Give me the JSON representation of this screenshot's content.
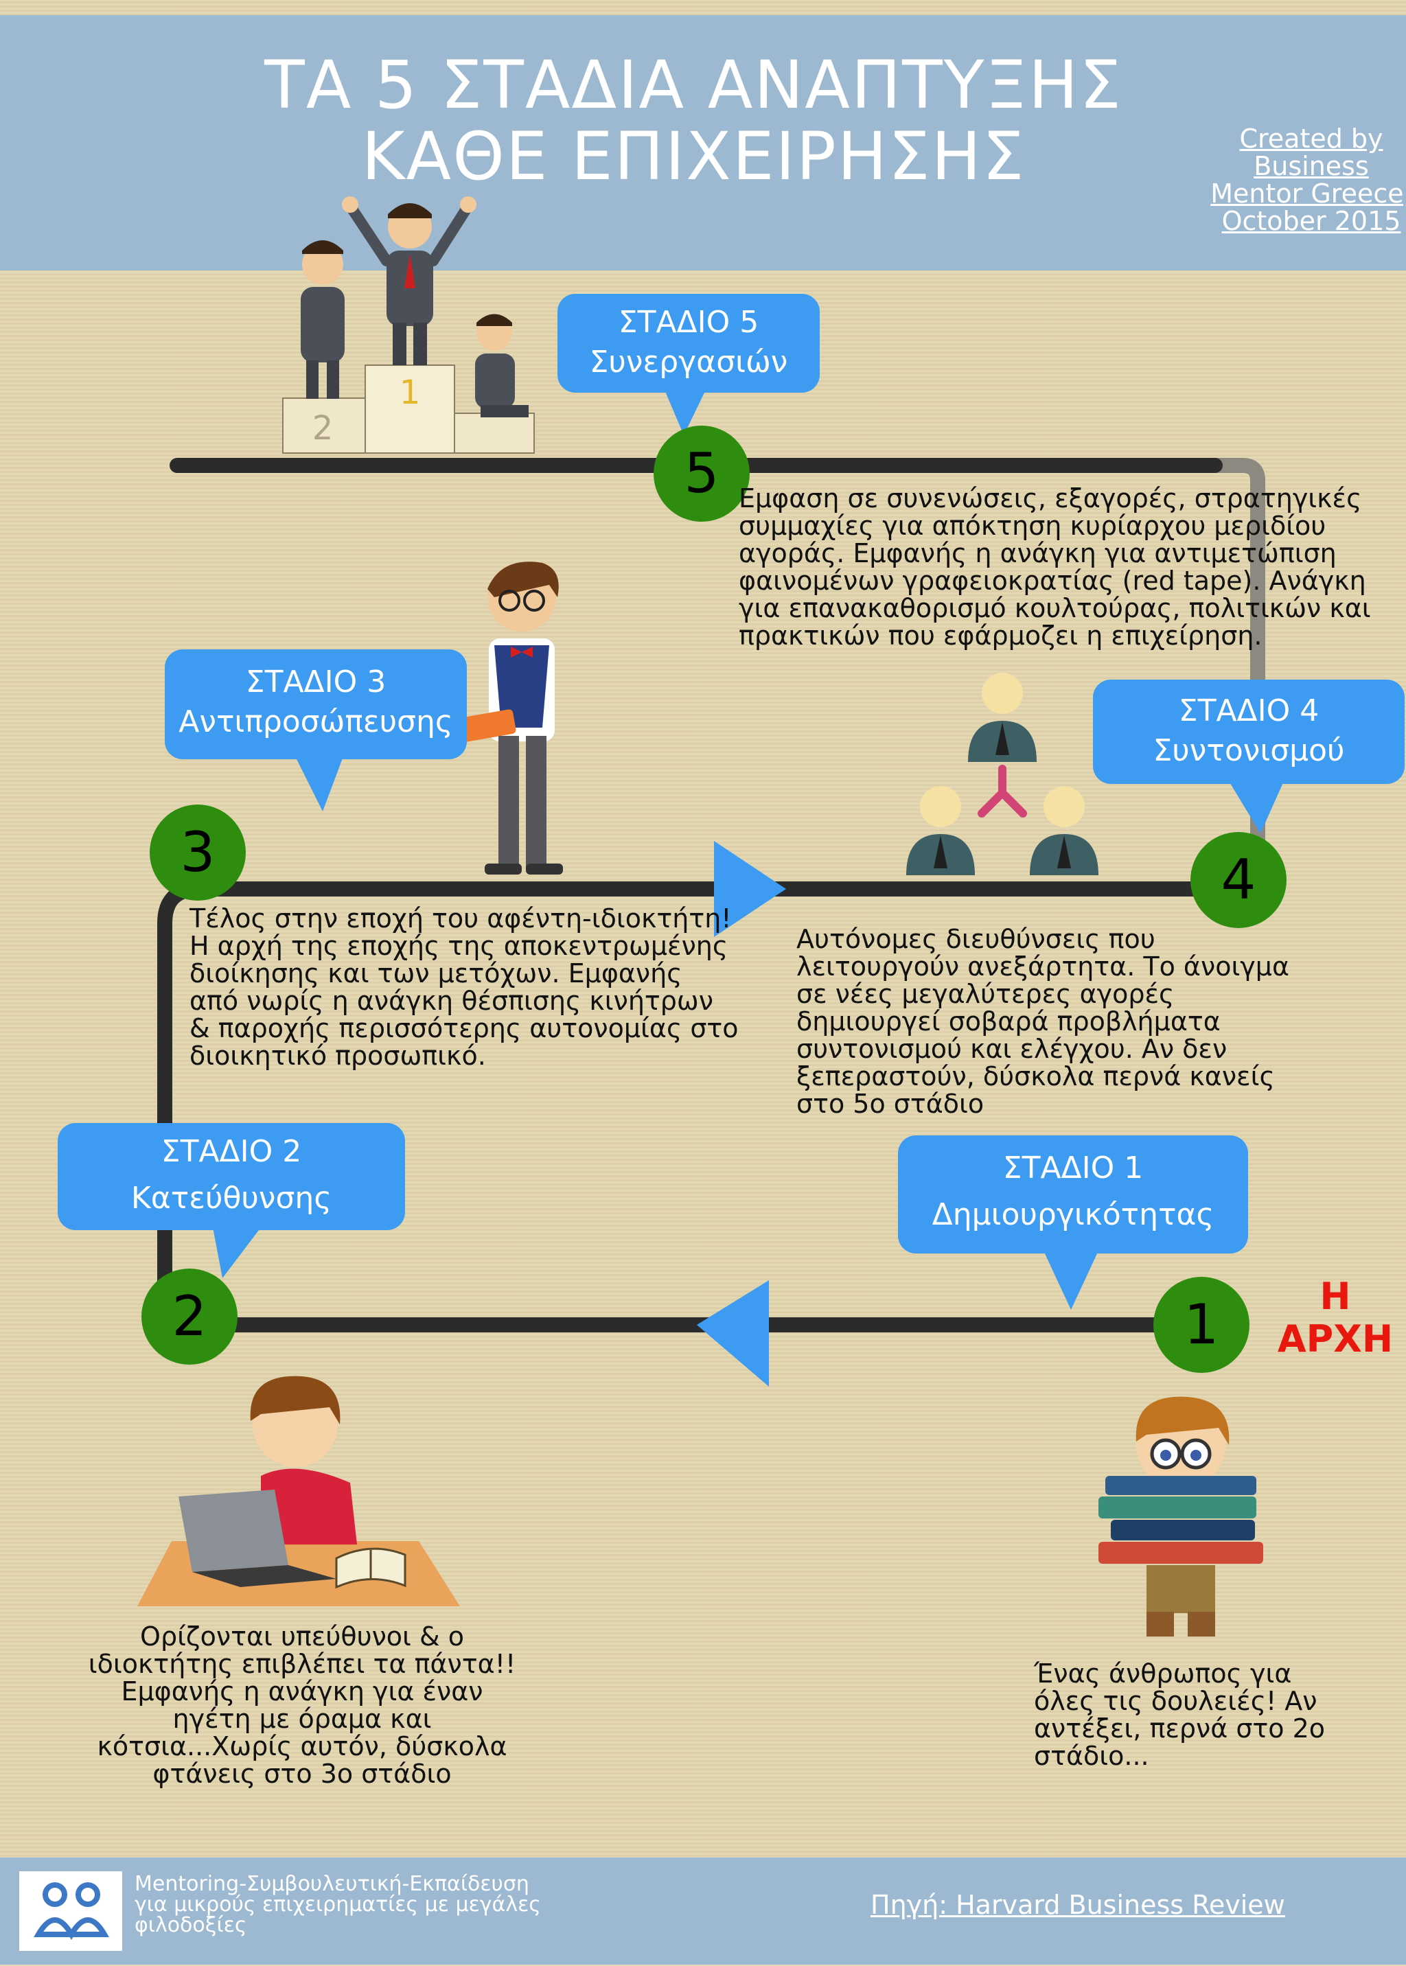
{
  "header": {
    "title_line1": "ΤΑ 5 ΣΤΑΔΙΑ ΑΝΑΠΤΥΞΗΣ",
    "title_line2": "ΚΑΘΕ ΕΠΙΧΕΙΡΗΣΗΣ",
    "credit": "Created by Business Mentor Greece, October 2015"
  },
  "start_label_line1": "Η",
  "start_label_line2": "ΑΡΧΗ",
  "stages": [
    {
      "number": "1",
      "label": "ΣΤΑΔΙΟ 1",
      "name": "Δημιουργικότητας",
      "description": "Ένας άνθρωπος για όλες τις δουλειές! Αν αντέξει, περνά στο 2ο στάδιο..."
    },
    {
      "number": "2",
      "label": "ΣΤΑΔΙΟ 2",
      "name": "Κατεύθυνσης",
      "description": "Ορίζονται υπεύθυνοι & ο ιδιοκτήτης επιβλέπει τα πάντα!! Εμφανής η ανάγκη για έναν ηγέτη με όραμα και κότσια...Χωρίς αυτόν, δύσκολα φτάνεις στο 3ο στάδιο"
    },
    {
      "number": "3",
      "label": "ΣΤΑΔΙΟ 3",
      "name": "Αντιπροσώπευσης",
      "description": "Τέλος στην εποχή του αφέντη-ιδιοκτήτη! Η αρχή της εποχής της αποκεντρωμένης διοίκησης και των μετόχων. Εμφανής από νωρίς η ανάγκη θέσπισης κινήτρων & παροχής περισσότερης αυτονομίας στο διοικητικό προσωπικό."
    },
    {
      "number": "4",
      "label": "ΣΤΑΔΙΟ 4",
      "name": "Συντονισμού",
      "description": "Αυτόνομες διευθύνσεις που λειτουργούν ανεξάρτητα. Το άνοιγμα σε νέες μεγαλύτερες αγορές δημιουργεί σοβαρά προβλήματα συντονισμού και ελέγχου. Αν δεν ξεπεραστούν, δύσκολα περνά κανείς στο 5ο στάδιο"
    },
    {
      "number": "5",
      "label": "ΣΤΑΔΙΟ 5",
      "name": "Συνεργασιών",
      "description": "Εμφαση σε συνενώσεις, εξαγορές, στρατηγικές συμμαχίες για απόκτηση κυρίαρχου μεριδίου αγοράς. Εμφανής η ανάγκη για αντιμετώπιση φαινομένων γραφειοκρατίας (red tape). Ανάγκη για επανακαθορισμό κουλτούρας, πολιτικών και πρακτικών που εφάρμοζει η επιχείρηση."
    }
  ],
  "podium": {
    "first": "1",
    "second": "2"
  },
  "footer": {
    "tagline": "Mentoring-Συμβουλευτική-Εκπαίδευση για μικρούς επιχειρηματίες με μεγάλες φιλοδοξίες",
    "source": "Πηγή: Harvard Business Review"
  },
  "colors": {
    "band": "#9cb9d1",
    "background": "#e3d6b0",
    "callout": "#3d9cf1",
    "badge": "#2e8d0f",
    "track": "#2b2b2b",
    "track_light": "#8c8a80",
    "start_label": "#e8180f"
  }
}
